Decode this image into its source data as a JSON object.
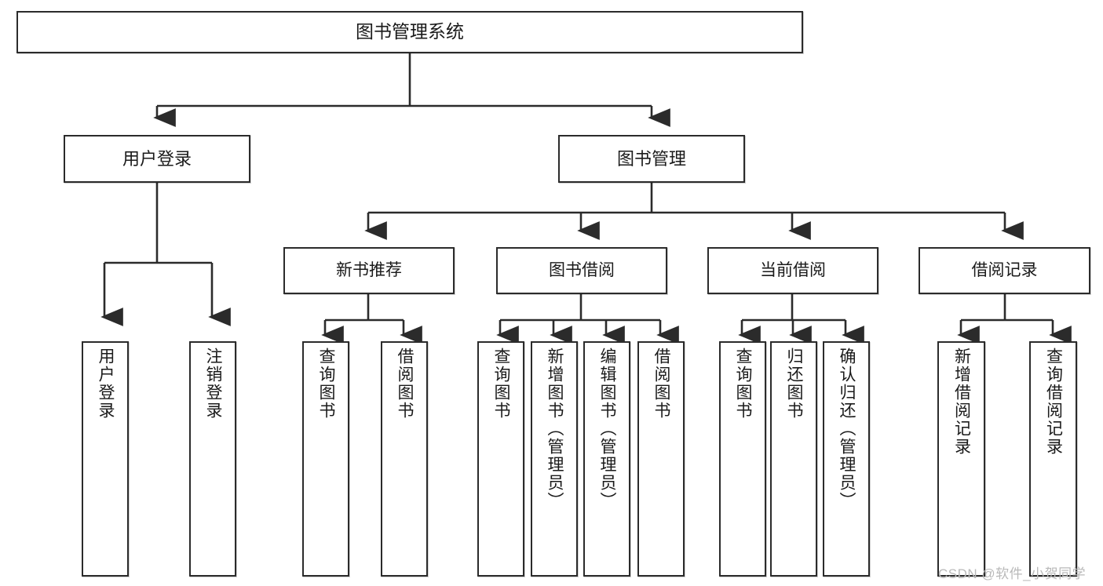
{
  "diagram": {
    "type": "tree-hierarchy-functional-decomposition",
    "root": {
      "id": "root",
      "label": "图书管理系统"
    },
    "level2": [
      {
        "id": "user-login",
        "label": "用户登录"
      },
      {
        "id": "book-management",
        "label": "图书管理"
      }
    ],
    "level3": [
      {
        "id": "new-book-recommend",
        "label": "新书推荐",
        "parent": "book-management"
      },
      {
        "id": "book-borrow",
        "label": "图书借阅",
        "parent": "book-management"
      },
      {
        "id": "current-borrow",
        "label": "当前借阅",
        "parent": "book-management"
      },
      {
        "id": "borrow-record",
        "label": "借阅记录",
        "parent": "book-management"
      }
    ],
    "leaves": [
      {
        "id": "leaf-user-login",
        "label": "用户登录",
        "parent": "user-login"
      },
      {
        "id": "leaf-logout",
        "label": "注销登录",
        "parent": "user-login"
      },
      {
        "id": "leaf-query-book-1",
        "label": "查询图书",
        "parent": "new-book-recommend"
      },
      {
        "id": "leaf-borrow-book-1",
        "label": "借阅图书",
        "parent": "new-book-recommend"
      },
      {
        "id": "leaf-query-book-2",
        "label": "查询图书",
        "parent": "book-borrow"
      },
      {
        "id": "leaf-add-book",
        "label": "新增图书（管理员）",
        "parent": "book-borrow"
      },
      {
        "id": "leaf-edit-book",
        "label": "编辑图书（管理员）",
        "parent": "book-borrow"
      },
      {
        "id": "leaf-borrow-book-2",
        "label": "借阅图书",
        "parent": "book-borrow"
      },
      {
        "id": "leaf-query-book-3",
        "label": "查询图书",
        "parent": "current-borrow"
      },
      {
        "id": "leaf-return-book",
        "label": "归还图书",
        "parent": "current-borrow"
      },
      {
        "id": "leaf-confirm-return",
        "label": "确认归还（管理员）",
        "parent": "current-borrow"
      },
      {
        "id": "leaf-add-record",
        "label": "新增借阅记录",
        "parent": "borrow-record"
      },
      {
        "id": "leaf-query-record",
        "label": "查询借阅记录",
        "parent": "borrow-record"
      }
    ],
    "colors": {
      "stroke": "#2b2b2b",
      "fill": "#ffffff",
      "text": "#1a1a1a",
      "watermark": "#b9b9b9"
    }
  },
  "watermark": {
    "text": "CSDN @软件_小贺同学"
  }
}
